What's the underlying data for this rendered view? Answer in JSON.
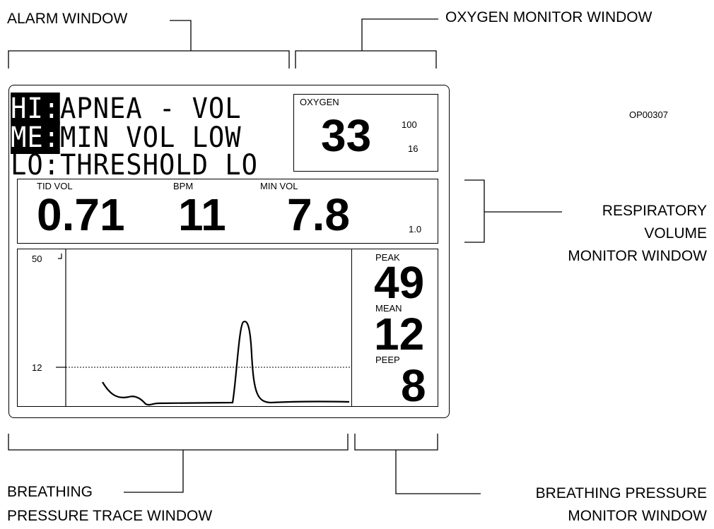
{
  "callouts": {
    "alarm_window": "ALARM WINDOW",
    "oxygen_monitor_window": "OXYGEN MONITOR WINDOW",
    "respiratory_volume_line1": "RESPIRATORY",
    "respiratory_volume_line2": "VOLUME",
    "respiratory_volume_line3": "MONITOR WINDOW",
    "breathing_trace_line1": "BREATHING",
    "breathing_trace_line2": "PRESSURE TRACE WINDOW",
    "breathing_pressure_line1": "BREATHING PRESSURE",
    "breathing_pressure_line2": "MONITOR WINDOW"
  },
  "document_id": "OP00307",
  "alarms": {
    "hi": {
      "tag": "HI:",
      "text": "APNEA - VOL"
    },
    "me": {
      "tag": "ME:",
      "text": "MIN VOL LOW"
    },
    "lo": {
      "tag": "LO:",
      "text": "THRESHOLD LO"
    }
  },
  "oxygen": {
    "label": "OXYGEN",
    "value": "33",
    "limit_high": "100",
    "limit_low": "16"
  },
  "volume": {
    "tid_vol_label": "TID VOL",
    "tid_vol_value": "0.71",
    "bpm_label": "BPM",
    "bpm_value": "11",
    "min_vol_label": "MIN VOL",
    "min_vol_value": "7.8",
    "min_vol_limit": "1.0"
  },
  "trace": {
    "y_top_label": "50",
    "y_mean_label": "12"
  },
  "pressure": {
    "peak_label": "PEAK",
    "peak_value": "49",
    "mean_label": "MEAN",
    "mean_value": "12",
    "peep_label": "PEEP",
    "peep_value": "8"
  }
}
